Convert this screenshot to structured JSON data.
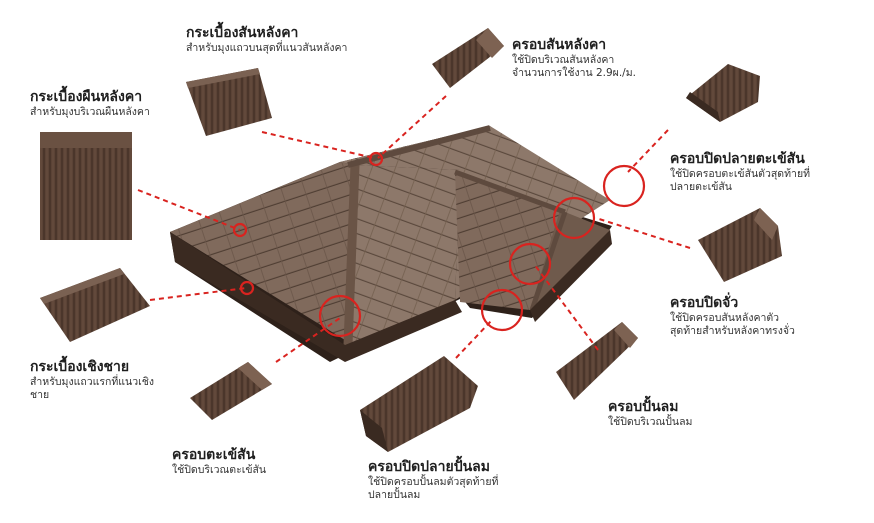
{
  "labels": {
    "ridge_tile": {
      "title": "กระเบื้องสันหลังคา",
      "desc": "สำหรับมุงแถวบนสุดที่แนวสันหลังคา"
    },
    "field_tile": {
      "title": "กระเบื้องผืนหลังคา",
      "desc": "สำหรับมุงบริเวณผืนหลังคา"
    },
    "eave_tile": {
      "title": "กระเบื้องเชิงชาย",
      "desc": "สำหรับมุงแถวแรกที่แนวเชิงชาย"
    },
    "ridge_cap": {
      "title": "ครอบสันหลังคา",
      "desc": "ใช้ปิดบริเวณสันหลังคา",
      "desc2": "จำนวนการใช้งาน 2.9ผ./ม."
    },
    "hip_end_cap": {
      "title": "ครอบปิดปลายตะเข้สัน",
      "desc": "ใช้ปิดครอบตะเข้สันตัวสุดท้ายที่",
      "desc2": "ปลายตะเข้สัน"
    },
    "ridge_end_cap": {
      "title": "ครอบปิดจั่ว",
      "desc": "ใช้ปิดครอบสันหลังคาตัว",
      "desc2": "สุดท้ายสำหรับหลังคาทรงจั่ว"
    },
    "gable_cap": {
      "title": "ครอบปั้นลม",
      "desc": "ใช้ปิดบริเวณปั้นลม"
    },
    "hip_cap": {
      "title": "ครอบตะเข้สัน",
      "desc": "ใช้ปิดบริเวณตะเข้สัน"
    },
    "gable_end_cap": {
      "title": "ครอบปิดปลายปั้นลม",
      "desc": "ใช้ปิดครอบปั้นลมตัวสุดท้ายที่",
      "desc2": "ปลายปั้นลม"
    }
  },
  "colors": {
    "tile": "#6b5344",
    "tile_dark": "#3f2e24",
    "roof_light": "#8a7566",
    "leader": "#d9231f"
  }
}
